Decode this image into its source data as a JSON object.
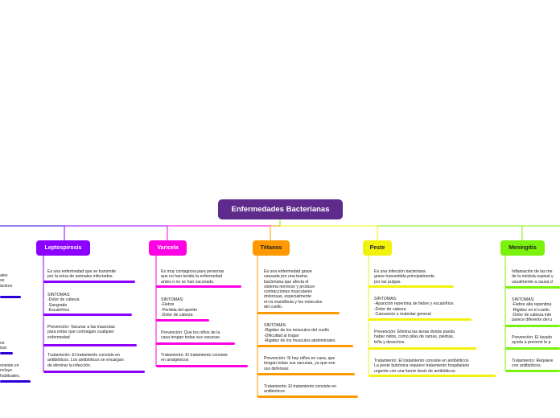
{
  "root": {
    "label": "Enfermedades Bacterianas"
  },
  "colors": {
    "root": "#5e2b8c",
    "leptospirosis": "#8b00ff",
    "varicela": "#ff00e4",
    "tetanos": "#ff9900",
    "peste": "#f2f20c",
    "meningitis": "#7bf20c",
    "left_branch": "#2b00d6"
  },
  "left_partial": {
    "n1": "ales\nse\nácteos",
    "n2": "os\nizar",
    "n3": "onsiste en\nncluye\n habituales."
  },
  "leptospirosis": {
    "label": "Leptospirosis",
    "n1": "Es una enfermedad que se transmite\npor la orina de animales infectados.",
    "n2": "SINTOMAS:\n-Dolor de cabeza\n-Sangrado\n-Escalofrios",
    "n3": "Prevención: Vacunar a las mascotas\npara evitar que contraigan cualquier\nenfermedad",
    "n4": "Tratamiento: El tratamiento consiste en\nantibióticos. Los antibióticos se encargan\nde eliminar la infección."
  },
  "varicela": {
    "label": "Varicela",
    "n1": "Es muy contagiosa para personas\nque no han tenido la enfermedad\nantes o no se han vacunado.",
    "n2": "SINTOMAS:\n-Fiebre\n-Perdida del apetito\n-Dolor de cabeza",
    "n3": "Prevención: Que los niños de la\ncasa tengan todas sus vacunas.",
    "n4": "Tratamiento: El tratamiento consiste\nen analgésicos"
  },
  "tetanos": {
    "label": "Tétanos",
    "n1": "Es una enfermedad grave\ncausada por una toxina\nbacteriana que afecta el\nsistema nervioso y produce\ncontracciones musculares\ndolorosas, especialmente\nen la mandíbula y los músculos\ndel cuello.",
    "n2": "SINTOMAS:\n-Rigidez de los músculos del cuello\n-Dificultad al tragar\n-Rigidez de los musculos abdominales",
    "n3": "Prevención: Si hay niños en casa, que\ntengan todas sus vacunas, ya que son\nsus defensas",
    "n4": "Tratamiento: El tratamiento consiste en\nantibioticos"
  },
  "peste": {
    "label": "Peste",
    "n1": "Es una infección bacteriana\ngrave transmitida principalmente\npor las pulgas.",
    "n2": "SINTOMAS:\n-Aparición repentina de fiebre y escalofríos\n-Dolor de cabeza\n-Cansancio o malestar general",
    "n3": "Prevención: Elimina las áreas donde pueda\nhaber nidos, como pilas de ramas, piedras,\nleña y desechos",
    "n4": "Tratamiento: El tratamiento consiste en antibióticos\nLa peste bubónica requiere tratamiento hospitalario\nurgente con una fuerte dosis de antibióticos."
  },
  "meningitis": {
    "label": "Meningitis",
    "n1": "Inflamación de las me\nde la médula espinal y\nusualmente a causa d",
    "n2": "SINTOMAS:\n-Fiebre alta repentina\n-Rigidez en el cuello\n-Dolor de cabeza inte\nparece diferente del u",
    "n3": "Prevención: El lavado\nayuda a prevenir la p",
    "n4": "Tratamiento: Requiere\ncon antibióticos."
  }
}
